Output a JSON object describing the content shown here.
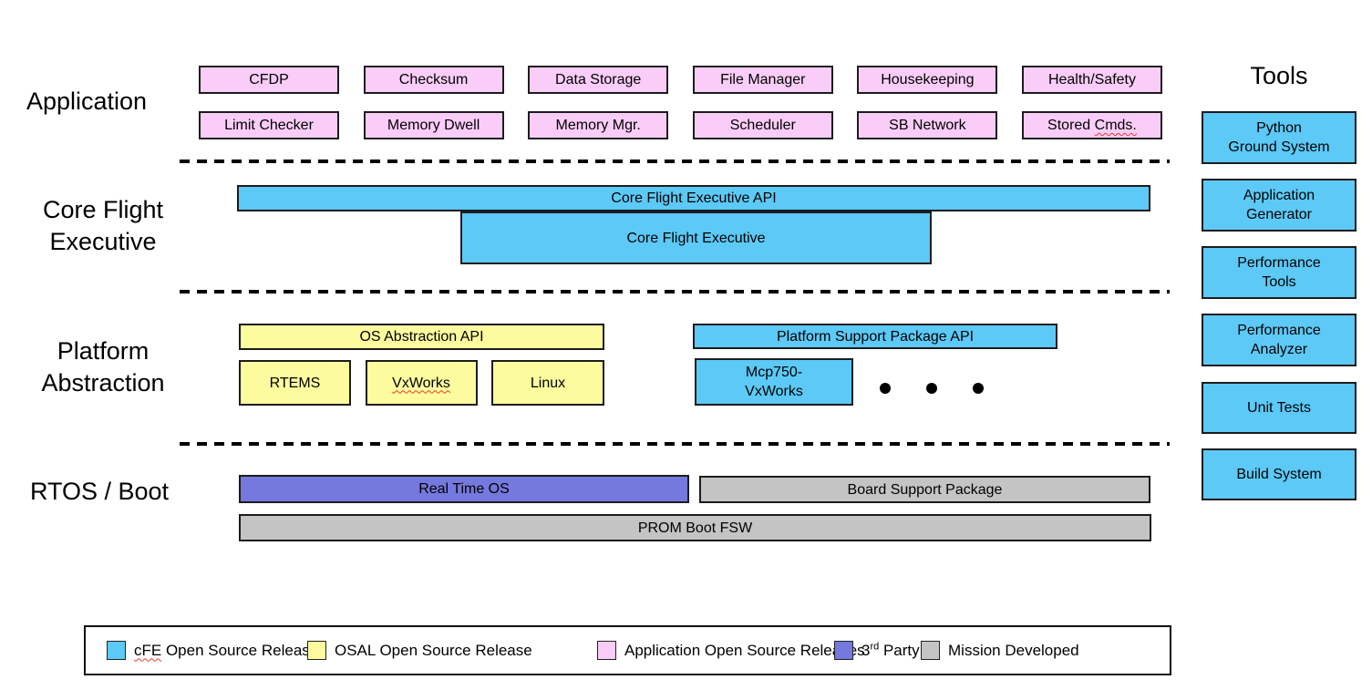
{
  "colors": {
    "cfe_blue": "#5CC9F6",
    "osal_yellow": "#FCFB9E",
    "app_pink": "#FACDF8",
    "third_party_purple": "#7578DC",
    "mission_gray": "#C4C4C4"
  },
  "layer_labels": {
    "application": "Application",
    "core_flight_executive": "Core Flight\nExecutive",
    "platform_abstraction": "Platform\nAbstraction",
    "rtos_boot": "RTOS / Boot"
  },
  "application_row1": [
    "CFDP",
    "Checksum",
    "Data Storage",
    "File Manager",
    "Housekeeping",
    "Health/Safety"
  ],
  "application_row2": [
    "Limit Checker",
    "Memory Dwell",
    "Memory Mgr.",
    "Scheduler",
    "SB Network"
  ],
  "stored_cmds": {
    "text": "Stored ",
    "misspelled": "Cmds."
  },
  "cfe": {
    "api_bar": "Core Flight Executive API",
    "core_box": "Core Flight Executive"
  },
  "platform": {
    "os_abstraction_api": "OS Abstraction API",
    "rtems": "RTEMS",
    "vxworks": "VxWorks",
    "linux": "Linux",
    "psp_api": "Platform Support Package API",
    "mcp750": "Mcp750-\nVxWorks"
  },
  "rtos": {
    "real_time_os": "Real Time OS",
    "board_support_package": "Board Support Package",
    "prom_boot_fsw": "PROM Boot FSW"
  },
  "tools": {
    "title": "Tools",
    "items": [
      "Python\nGround System",
      "Application\nGenerator",
      "Performance\nTools",
      "Performance\nAnalyzer",
      "Unit Tests",
      "Build System"
    ]
  },
  "legend": {
    "cfe": {
      "misspelled": "cFE",
      "rest": " Open Source Release"
    },
    "osal": "OSAL Open Source Release",
    "application": "Application Open Source Releases",
    "third_party": {
      "pre": "3",
      "sup": "rd",
      "post": " Party"
    },
    "mission": "Mission Developed"
  }
}
